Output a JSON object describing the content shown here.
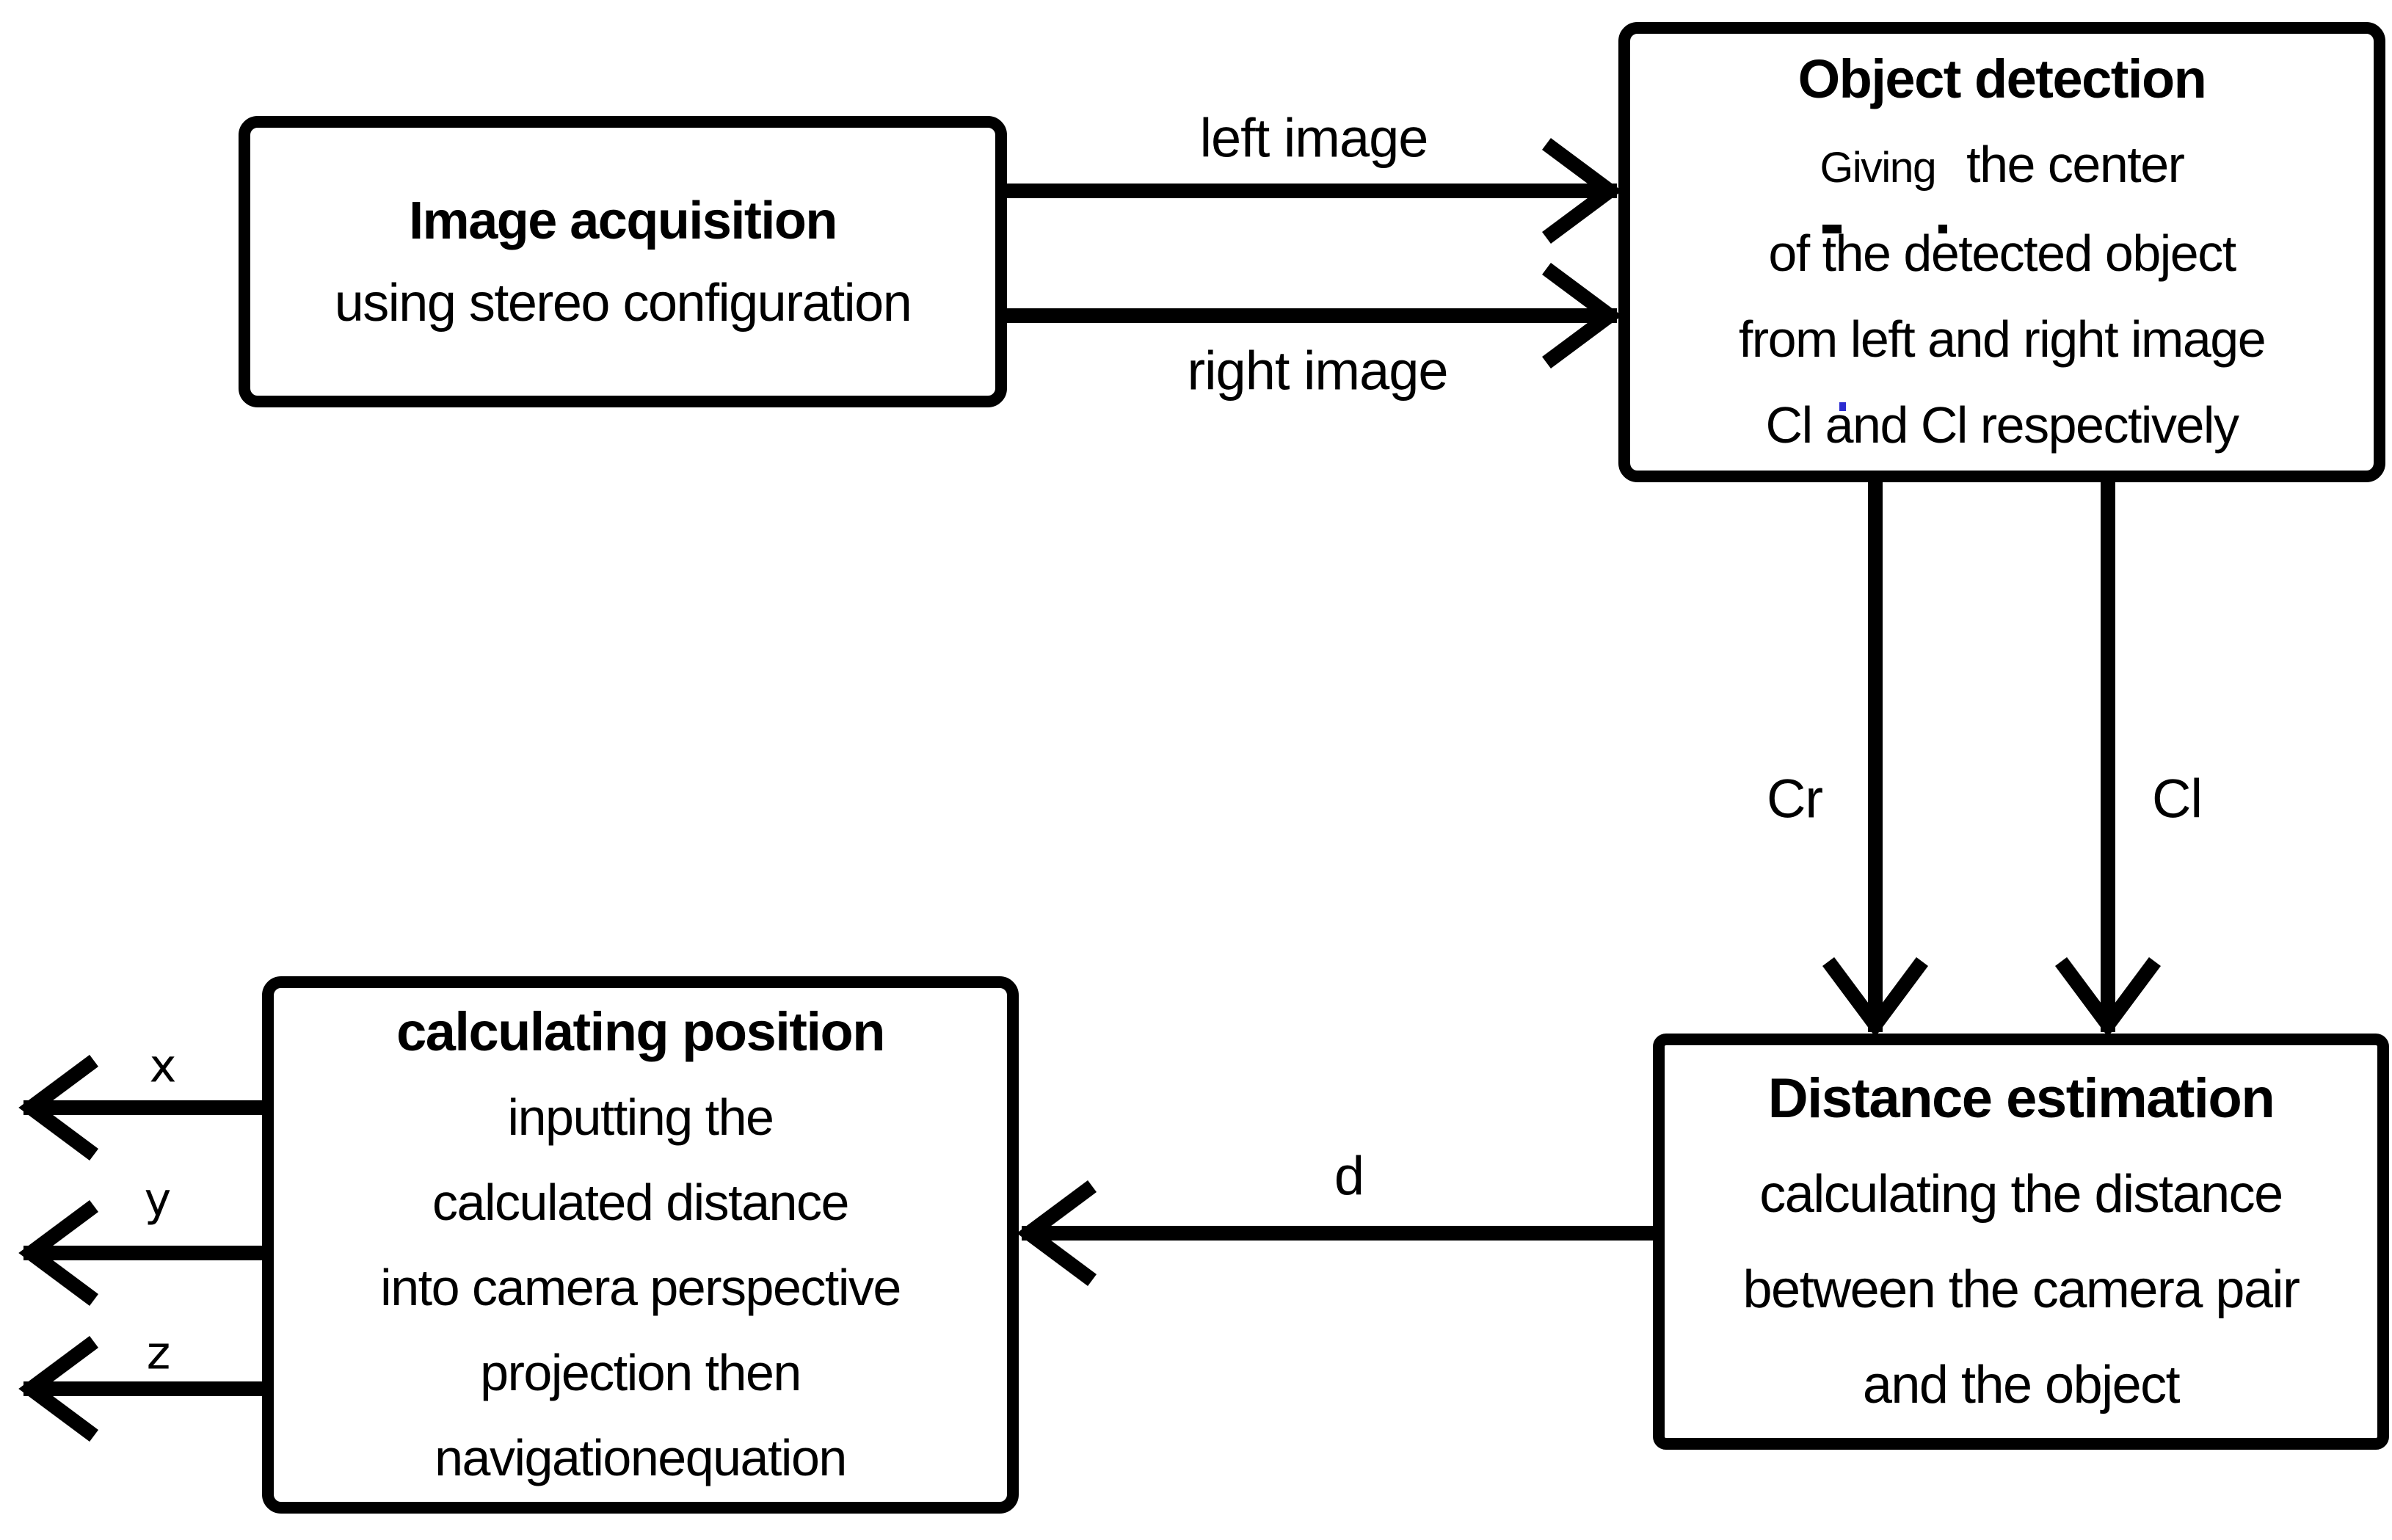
{
  "diagram": {
    "boxes": {
      "image_acquisition": {
        "title": "Image acquisition",
        "lines": [
          "using stereo configuration"
        ]
      },
      "object_detection": {
        "title": "Object detection",
        "giving_prefix": "Giving",
        "giving_rest": "the center",
        "lines": [
          "of the detected object",
          "from left and right image",
          "Cl and Cl respectively"
        ]
      },
      "distance_estimation": {
        "title": "Distance estimation",
        "lines": [
          "calculating the distance",
          "between the camera pair",
          "and the object"
        ]
      },
      "calculating_position": {
        "title": "calculating position",
        "lines": [
          "inputting the",
          "calculated distance",
          "into camera perspective",
          "projection then",
          "navigationequation"
        ]
      }
    },
    "arrow_labels": {
      "left_image": "left image",
      "right_image": "right image",
      "cr": "Cr",
      "cl": "Cl",
      "d": "d",
      "x": "x",
      "y": "y",
      "z": "z"
    },
    "colors": {
      "stroke": "#000000",
      "background": "#ffffff",
      "stray_mark": "#2b2bd0"
    }
  }
}
